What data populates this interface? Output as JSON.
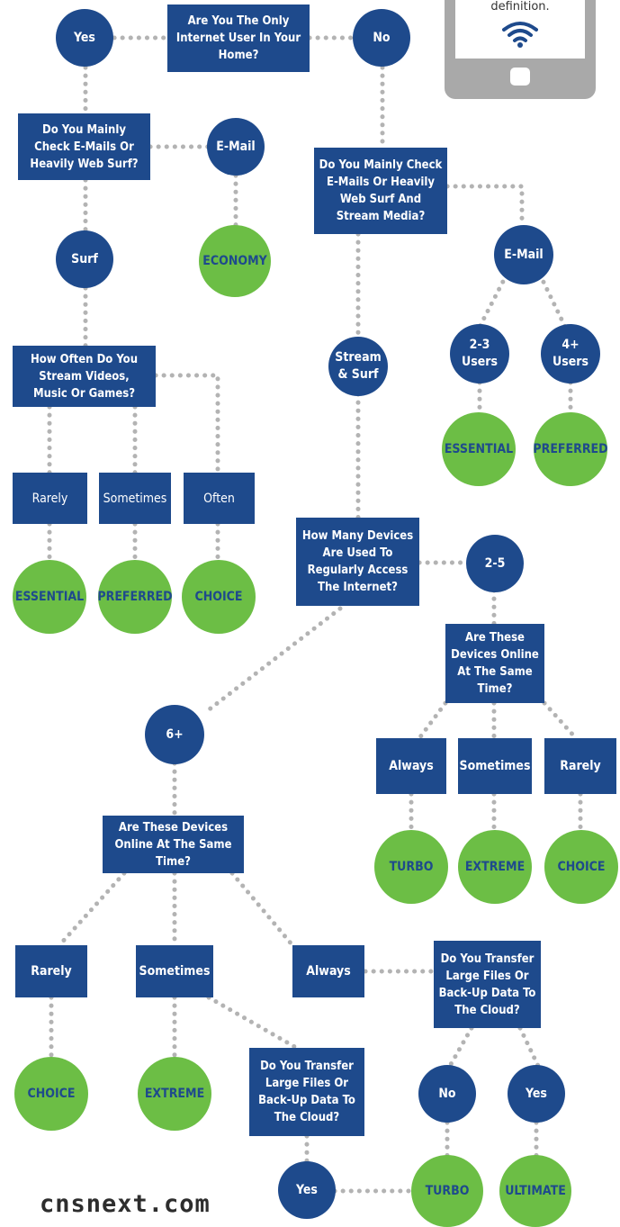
{
  "phone": {
    "caption": "definition.",
    "icon": "wifi-icon"
  },
  "brand": "cnsnext.com",
  "colors": {
    "question": "#1e4a8c",
    "outcome": "#6cbe45",
    "connector": "#b3b3b3"
  },
  "nodes": {
    "q_only_user": "Are You The Only\nInternet User In Your\nHome?",
    "yes_top": "Yes",
    "no_top": "No",
    "q_email_surf_left": "Do You Mainly\nCheck E-Mails Or\nHeavily Web Surf?",
    "email_left": "E-Mail",
    "economy": "ECONOMY",
    "surf": "Surf",
    "q_stream_how_often": "How Often Do You\nStream  Videos,\nMusic Or Games?",
    "rarely_1": "Rarely",
    "sometimes_1": "Sometimes",
    "often_1": "Often",
    "essential_1": "ESSENTIAL",
    "preferred_1": "PREFERRED",
    "choice_1": "CHOICE",
    "q_email_stream_right": "Do You Mainly Check\nE-Mails Or Heavily\nWeb Surf And\nStream Media?",
    "email_right": "E-Mail",
    "users_2_3": "2-3\nUsers",
    "users_4_plus": "4+\nUsers",
    "essential_2": "ESSENTIAL",
    "preferred_2": "PREFERRED",
    "stream_surf": "Stream\n& Surf",
    "q_how_many_devices": "How Many Devices\nAre Used To\nRegularly Access\nThe Internet?",
    "devices_2_5": "2-5",
    "q_online_same_time_right": "Are These\nDevices Online\nAt The Same\nTime?",
    "always_2": "Always",
    "sometimes_2": "Sometimes",
    "rarely_2": "Rarely",
    "turbo_1": "TURBO",
    "extreme_1": "EXTREME",
    "choice_2": "CHOICE",
    "devices_6_plus": "6+",
    "q_online_same_time_left": "Are These Devices\nOnline At The Same\nTime?",
    "rarely_3": "Rarely",
    "sometimes_3": "Sometimes",
    "always_3": "Always",
    "choice_3": "CHOICE",
    "extreme_2": "EXTREME",
    "q_transfer_right": "Do You Transfer\nLarge Files Or\nBack-Up Data To\nThe Cloud?",
    "no_transfer": "No",
    "yes_transfer_right": "Yes",
    "turbo_2": "TURBO",
    "ultimate": "ULTIMATE",
    "q_transfer_center": "Do You Transfer\nLarge Files Or\nBack-Up Data To\nThe Cloud?",
    "yes_transfer_bottom": "Yes"
  }
}
